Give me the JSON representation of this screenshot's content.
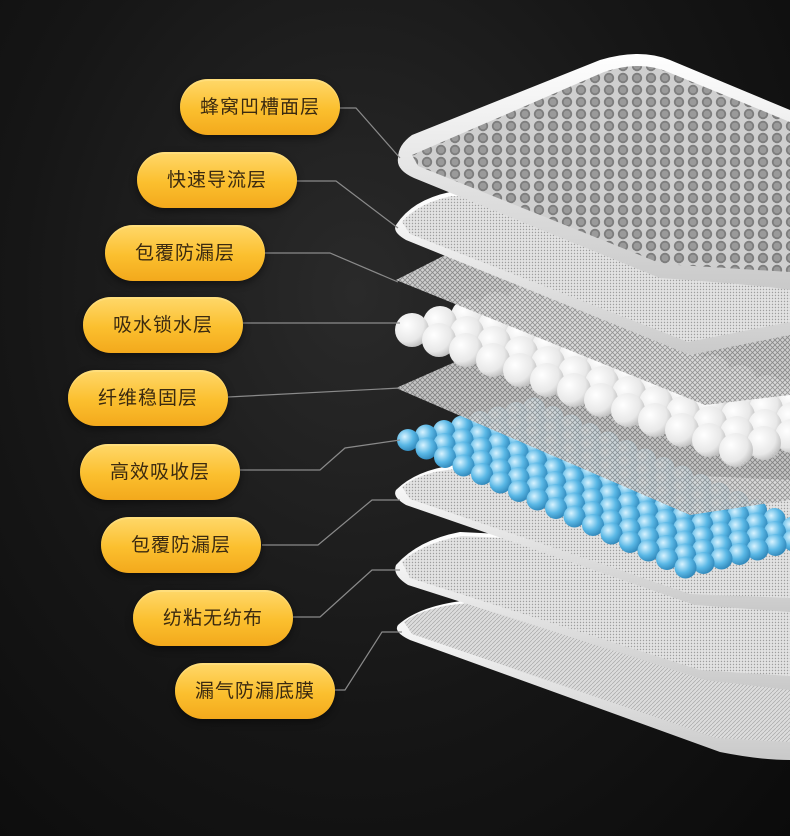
{
  "layers": [
    {
      "label": "蜂窝凹槽面层"
    },
    {
      "label": "快速导流层"
    },
    {
      "label": "包覆防漏层"
    },
    {
      "label": "吸水锁水层"
    },
    {
      "label": "纤维稳固层"
    },
    {
      "label": "高效吸收层"
    },
    {
      "label": "包覆防漏层"
    },
    {
      "label": "纺粘无纺布"
    },
    {
      "label": "漏气防漏底膜"
    }
  ],
  "colors": {
    "pill": "#fbbf2e",
    "pill_text": "#3b2a10",
    "leader_line": "#8a8a8a",
    "blue_beads": "#5ab8e6",
    "white_beads": "#f4f4f4"
  }
}
